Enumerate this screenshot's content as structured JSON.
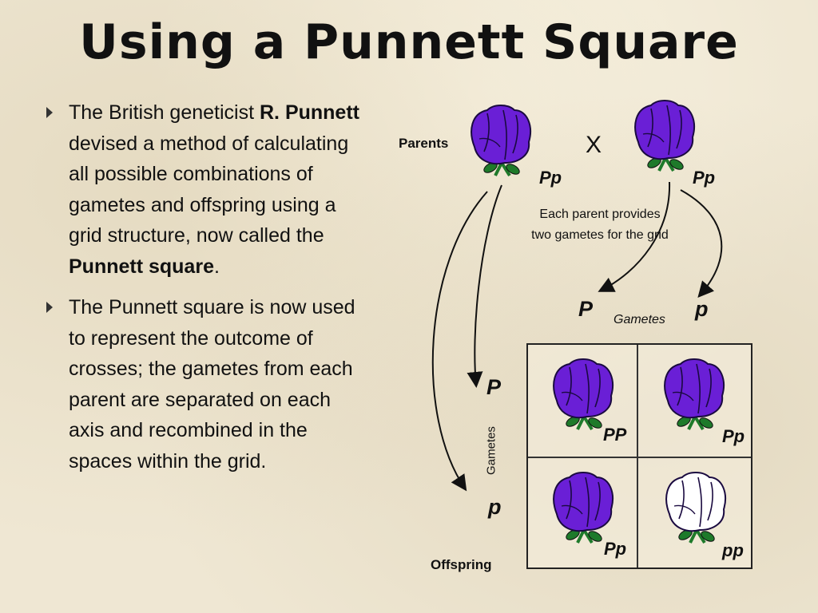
{
  "slide": {
    "title": "Using a Punnett Square",
    "bullet1": {
      "part1": "The British geneticist ",
      "bold1": "R. Punnett",
      "part2": " devised a method of calculating all possible combinations of gametes and offspring using a grid structure, now called the ",
      "bold2": "Punnett square",
      "part3": "."
    },
    "bullet2": "The Punnett square is now used to represent the outcome of crosses; the gametes from each parent are separated on each axis and recombined in the spaces within the grid."
  },
  "diagram": {
    "parents_label": "Parents",
    "cross_symbol": "X",
    "parent1_genotype": "Pp",
    "parent2_genotype": "Pp",
    "note_line1": "Each parent provides",
    "note_line2": "two gametes for the grid",
    "top_gamete_1": "P",
    "top_gametes_label": "Gametes",
    "top_gamete_2": "p",
    "side_gamete_1": "P",
    "side_gamete_2": "p",
    "side_gametes_label": "Gametes",
    "offspring_label": "Offspring",
    "cells": [
      "PP",
      "Pp",
      "Pp",
      "pp"
    ],
    "colors": {
      "purple_flower": "#6a1fd6",
      "white_flower": "#ffffff",
      "leaf": "#1e7a2a"
    }
  }
}
